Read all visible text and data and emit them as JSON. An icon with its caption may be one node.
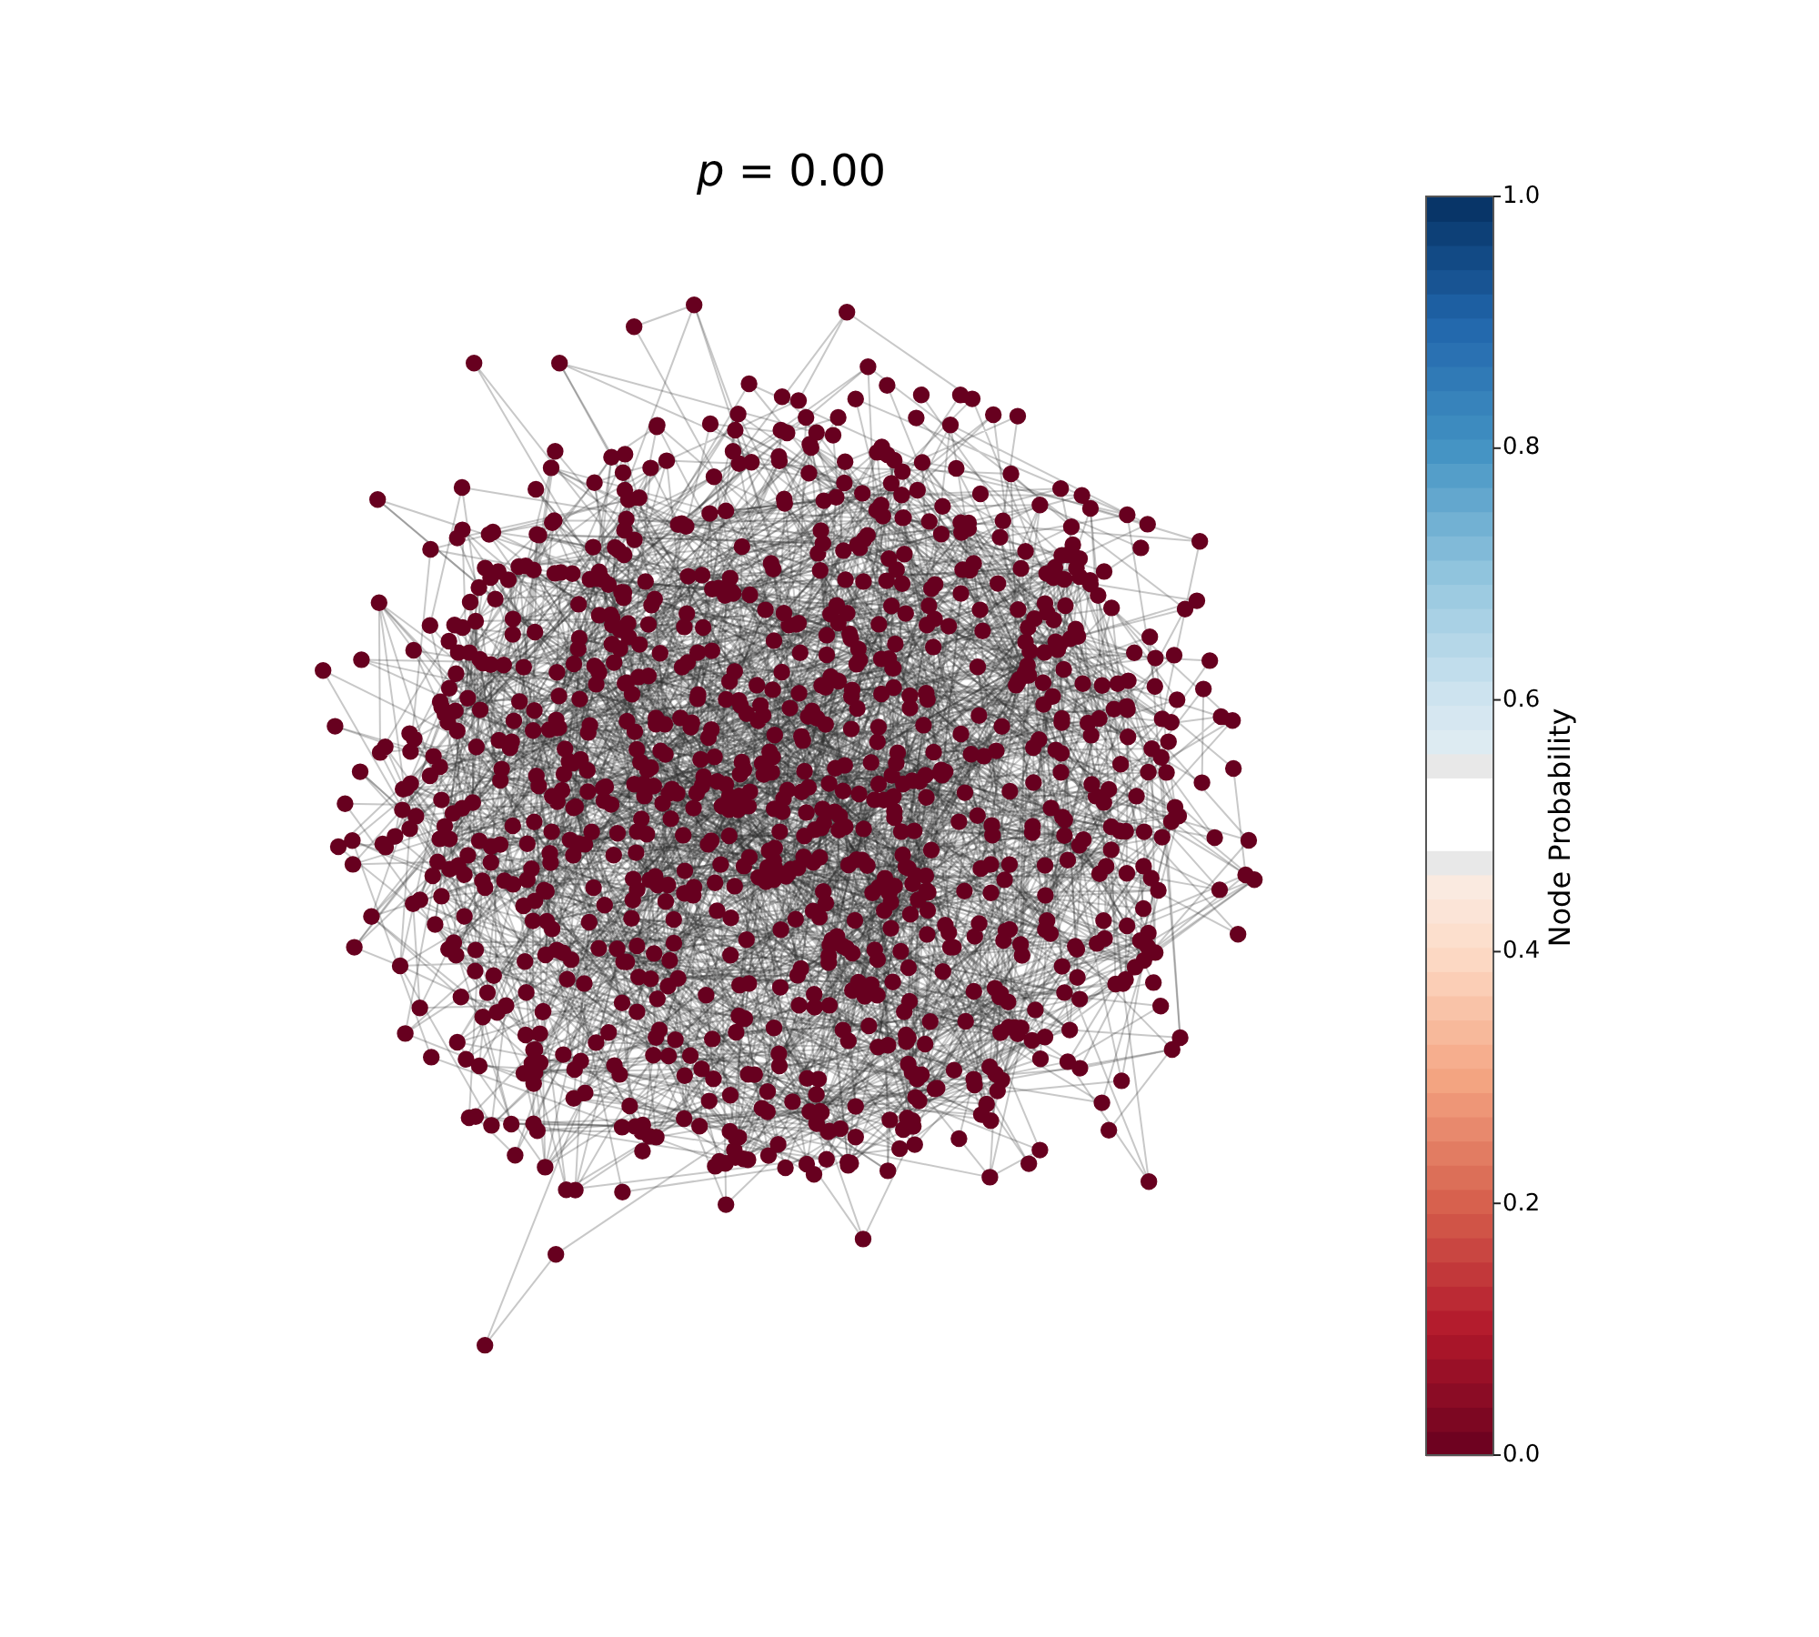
{
  "diagram": {
    "title": "*p* = 0.00",
    "labels": [
      "1.0",
      "0.8",
      "0.6",
      "Node Probability",
      "0.4",
      "0.2",
      "0.0"
    ]
  }
}
